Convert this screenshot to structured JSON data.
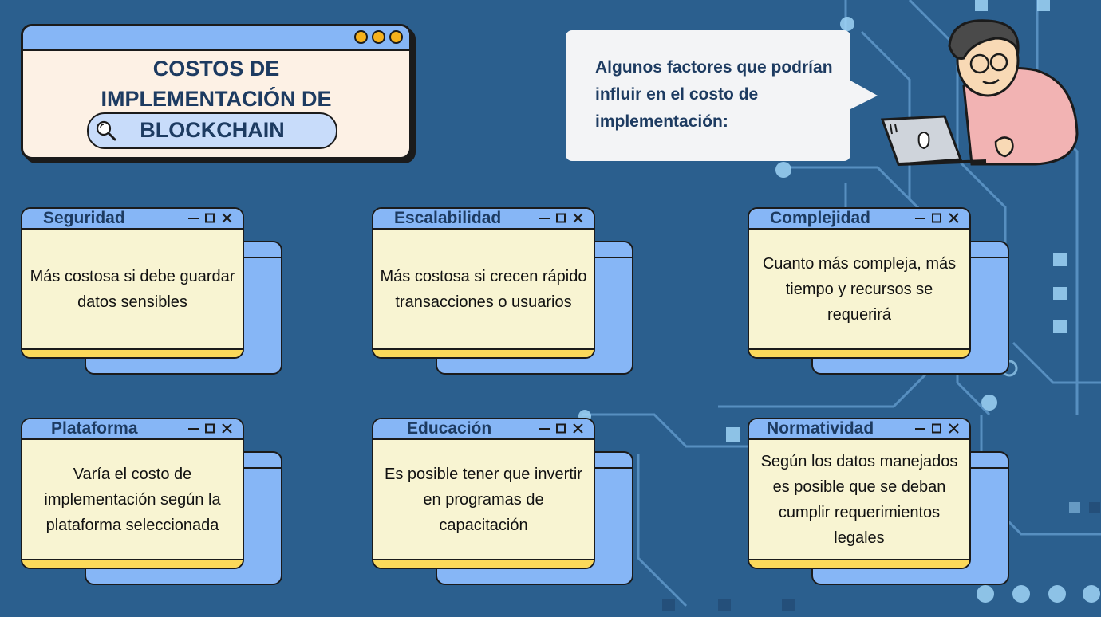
{
  "title": {
    "line1": "COSTOS DE",
    "line2": "IMPLEMENTACIÓN DE",
    "line3": "BLOCKCHAIN"
  },
  "bubble": {
    "text": "Algunos factores que podrían influir en el costo de implementación:"
  },
  "cards": [
    {
      "title": "Seguridad",
      "body": "Más costosa si debe guardar datos sensibles"
    },
    {
      "title": "Escalabilidad",
      "body": "Más costosa si crecen rápido transacciones o usuarios"
    },
    {
      "title": "Complejidad",
      "body": "Cuanto más compleja, más tiempo y recursos se requerirá"
    },
    {
      "title": "Plataforma",
      "body": "Varía el costo de implementación según la plataforma seleccionada"
    },
    {
      "title": "Educación",
      "body": "Es posible tener que invertir en programas de capacitación"
    },
    {
      "title": "Normatividad",
      "body": "Según los datos manejados es posible que se deban cumplir requerimientos legales"
    }
  ],
  "icons": {
    "title_window": "window-dots-icon",
    "search": "magnifier-icon",
    "card_controls": [
      "minimize-icon",
      "maximize-icon",
      "close-icon"
    ]
  },
  "colors": {
    "background": "#2b5f8e",
    "window_bar": "#86b6f6",
    "card_body": "#f8f4d2",
    "card_footer": "#fbd95a",
    "title_text": "#1d3b61",
    "dot": "#f7b21c"
  }
}
